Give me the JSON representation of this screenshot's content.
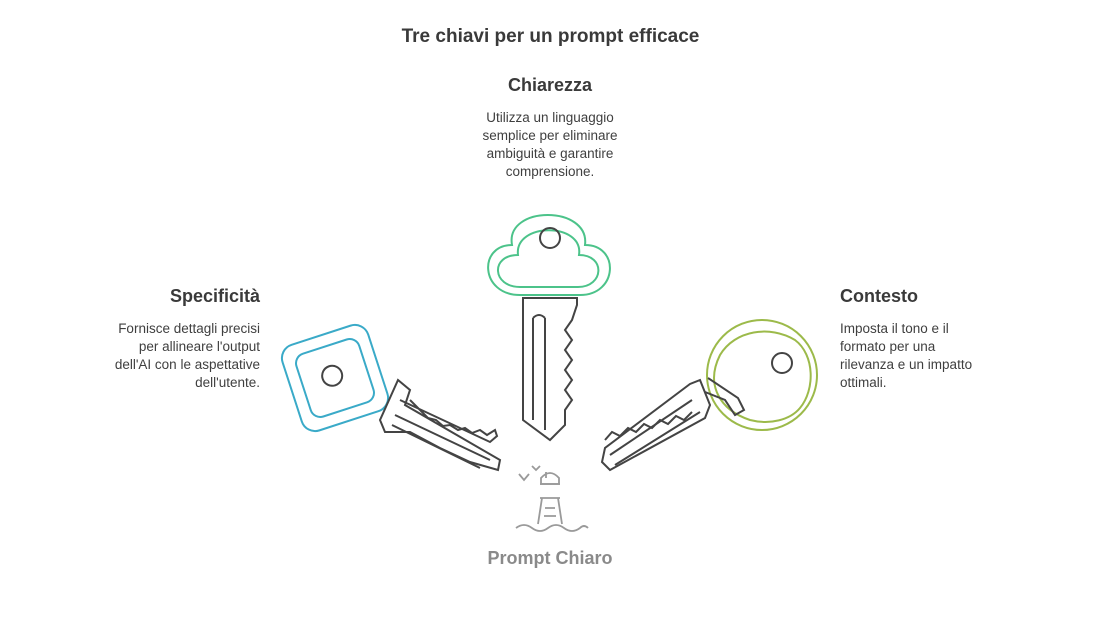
{
  "title": "Tre chiavi per un prompt efficace",
  "keys": {
    "center": {
      "heading": "Chiarezza",
      "description": "Utilizza un linguaggio\nsemplice per eliminare\nambiguità e garantire\ncomprensione.",
      "color": "#4cc38a"
    },
    "left": {
      "heading": "Specificità",
      "description": "Fornisce dettagli precisi\nper allineare l'output\ndell'AI con le aspettative\ndell'utente.",
      "color": "#3aaac8"
    },
    "right": {
      "heading": "Contesto",
      "description": "Imposta il tono e il\nformato per una\nrilevanza e un impatto\nottimali.",
      "color": "#9cba4a"
    }
  },
  "center_label": "Prompt Chiaro",
  "icons": [
    "lighthouse-icon",
    "key-icon"
  ]
}
